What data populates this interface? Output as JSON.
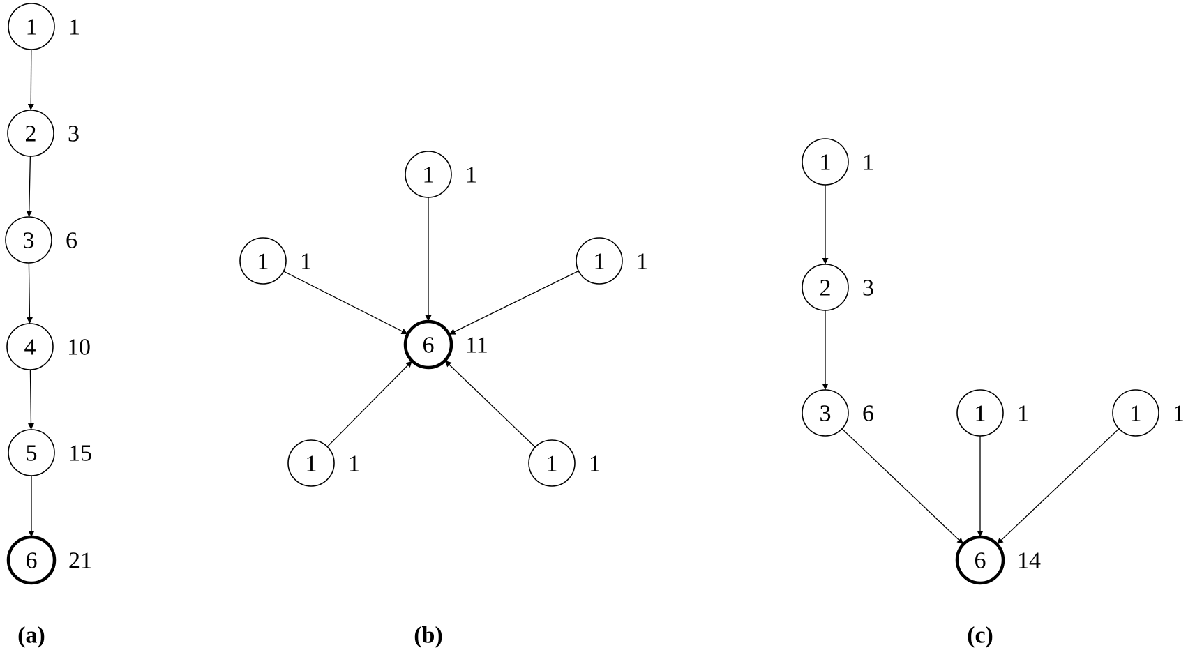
{
  "panels": [
    {
      "label": "(a)",
      "nodes": [
        {
          "id": "a1",
          "label": "1",
          "value": "1",
          "root": false
        },
        {
          "id": "a2",
          "label": "2",
          "value": "3",
          "root": false
        },
        {
          "id": "a3",
          "label": "3",
          "value": "6",
          "root": false
        },
        {
          "id": "a4",
          "label": "4",
          "value": "10",
          "root": false
        },
        {
          "id": "a5",
          "label": "5",
          "value": "15",
          "root": false
        },
        {
          "id": "a6",
          "label": "6",
          "value": "21",
          "root": true
        }
      ],
      "edges": [
        [
          "a1",
          "a2"
        ],
        [
          "a2",
          "a3"
        ],
        [
          "a3",
          "a4"
        ],
        [
          "a4",
          "a5"
        ],
        [
          "a5",
          "a6"
        ]
      ]
    },
    {
      "label": "(b)",
      "nodes": [
        {
          "id": "b1",
          "label": "1",
          "value": "1",
          "root": false
        },
        {
          "id": "b2",
          "label": "1",
          "value": "1",
          "root": false
        },
        {
          "id": "b3",
          "label": "1",
          "value": "1",
          "root": false
        },
        {
          "id": "b4",
          "label": "1",
          "value": "1",
          "root": false
        },
        {
          "id": "b5",
          "label": "1",
          "value": "1",
          "root": false
        },
        {
          "id": "b6",
          "label": "6",
          "value": "11",
          "root": true
        }
      ],
      "edges": [
        [
          "b1",
          "b6"
        ],
        [
          "b2",
          "b6"
        ],
        [
          "b3",
          "b6"
        ],
        [
          "b4",
          "b6"
        ],
        [
          "b5",
          "b6"
        ]
      ]
    },
    {
      "label": "(c)",
      "nodes": [
        {
          "id": "c1",
          "label": "1",
          "value": "1",
          "root": false
        },
        {
          "id": "c2",
          "label": "2",
          "value": "3",
          "root": false
        },
        {
          "id": "c3",
          "label": "3",
          "value": "6",
          "root": false
        },
        {
          "id": "c4",
          "label": "1",
          "value": "1",
          "root": false
        },
        {
          "id": "c5",
          "label": "1",
          "value": "1",
          "root": false
        },
        {
          "id": "c6",
          "label": "6",
          "value": "14",
          "root": true
        }
      ],
      "edges": [
        [
          "c1",
          "c2"
        ],
        [
          "c2",
          "c3"
        ],
        [
          "c3",
          "c6"
        ],
        [
          "c4",
          "c6"
        ],
        [
          "c5",
          "c6"
        ]
      ]
    }
  ]
}
